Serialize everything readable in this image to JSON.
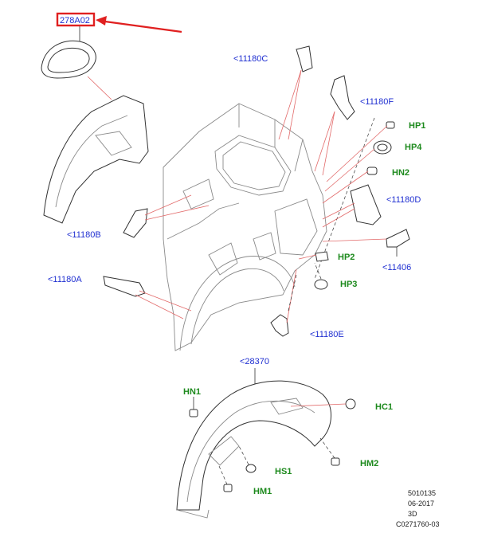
{
  "callouts": {
    "p278a02": "278A02",
    "p11180c": "<11180C",
    "p11180f": "<11180F",
    "hp1": "HP1",
    "hp4": "HP4",
    "hn2": "HN2",
    "p11180d": "<11180D",
    "p11180b": "<11180B",
    "hp2": "HP2",
    "p11406": "<11406",
    "p11180a": "<11180A",
    "hp3": "HP3",
    "p11180e": "<11180E",
    "p28370": "<28370",
    "hn1": "HN1",
    "hc1": "HC1",
    "hs1": "HS1",
    "hm2": "HM2",
    "hm1": "HM1"
  },
  "reference": {
    "line1": "5010135",
    "line2": "06-2017",
    "line3": "3D",
    "line4": "C0271760-03"
  },
  "colors": {
    "part_label": "#1f2fd1",
    "fastener_label": "#1d8a1d",
    "highlight_box": "#e02020",
    "leader": "#e26a6a"
  }
}
